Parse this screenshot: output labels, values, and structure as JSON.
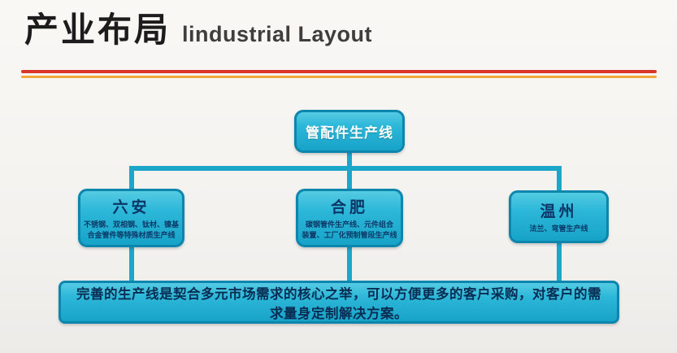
{
  "header": {
    "title_zh": "产业布局",
    "title_en": "lindustrial Layout"
  },
  "diagram": {
    "root": {
      "label": "管配件生产线"
    },
    "branches": [
      {
        "city": "六安",
        "desc": "不锈钢、双相钢、钛材、镍基\n合金管件等特殊材质生产线"
      },
      {
        "city": "合肥",
        "desc": "碳钢管件生产线、元件组合\n装置、工厂化预制管段生产线"
      },
      {
        "city": "温州",
        "desc": "法兰、弯管生产线"
      }
    ],
    "footer": "完善的生产线是契合多元市场需求的核心之举，可以方便更多的客户采购，对客户的需求量身定制解决方案。"
  },
  "colors": {
    "box_fill": "#2db8d9",
    "box_border": "#0d86ad",
    "connector": "#1ba6ca",
    "rule_red": "#d9362a",
    "rule_orange": "#f2a93b"
  }
}
